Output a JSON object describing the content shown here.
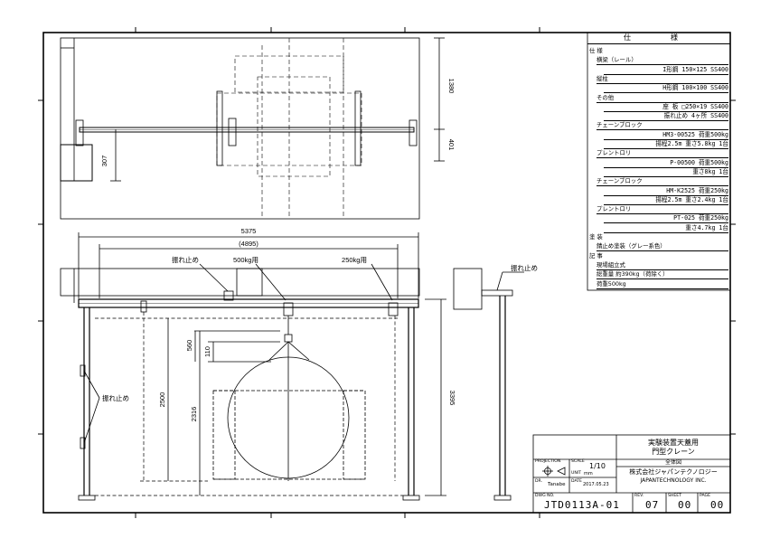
{
  "spec": {
    "header": "仕　様",
    "rows": [
      {
        "t": "仕 様",
        "k": "head"
      },
      {
        "t": "横梁（レール）",
        "k": "sub"
      },
      {
        "t": "I形鋼 150×125 SS400",
        "k": "val"
      },
      {
        "t": "縦柱",
        "k": "sub"
      },
      {
        "t": "H形鋼 100×100 SS400",
        "k": "val"
      },
      {
        "t": "その他",
        "k": "sub"
      },
      {
        "t": "座 板 □250×19 SS400",
        "k": "val"
      },
      {
        "t": "振れ止め 4ヶ所 SS400",
        "k": "val"
      },
      {
        "t": "チェーンブロック",
        "k": "sub"
      },
      {
        "t": "HM3-00525 荷重500kg",
        "k": "val"
      },
      {
        "t": "揚程2.5m 重さ5.8kg 1台",
        "k": "val"
      },
      {
        "t": "プレントロリ",
        "k": "sub"
      },
      {
        "t": "P-00500 荷重500kg",
        "k": "val"
      },
      {
        "t": "重さ8kg 1台",
        "k": "val"
      },
      {
        "t": "チェーンブロック",
        "k": "sub"
      },
      {
        "t": "HM-K2525 荷重250kg",
        "k": "val"
      },
      {
        "t": "揚程2.5m 重さ2.4kg 1台",
        "k": "val"
      },
      {
        "t": "プレントロリ",
        "k": "sub"
      },
      {
        "t": "PT-025 荷重250kg",
        "k": "val"
      },
      {
        "t": "重さ4.7kg 1台",
        "k": "val"
      },
      {
        "t": "塗 装",
        "k": "head"
      },
      {
        "t": "錆止め塗装（グレー系色）",
        "k": "sub"
      },
      {
        "t": "記 事",
        "k": "head"
      },
      {
        "t": "現場組立式",
        "k": "sub"
      },
      {
        "t": "総重量 約390kg（荷除く）",
        "k": "sub"
      },
      {
        "t": "荷重500kg",
        "k": "sub"
      }
    ]
  },
  "title_block": {
    "title_line1": "実験装置天蓋用",
    "title_line2": "門型クレーン",
    "drawing_name": "全体図",
    "company_jp": "株式会社ジャパンテクノロジー",
    "company_en": "JAPANTECHNOLOGY INC.",
    "projection_label": "PROJECTION",
    "scale_label": "SCALE",
    "scale_value": "1/10",
    "unit_label": "UNIT",
    "unit_value": "mm",
    "dr_label": "DR.",
    "drawer": "Tanabe",
    "date_label": "DATE",
    "date_value": "2017.05.23",
    "dwg_no_label": "DWG NO.",
    "dwg_no": "JTD0113A-01",
    "rev_label": "REV.",
    "rev_value": "07",
    "sheet_label": "SHEET",
    "sheet_value": "00",
    "page_label": "PAGE",
    "page_value": "00"
  },
  "dimensions": {
    "overall_span": "5375",
    "rail_span": "(4895)",
    "plan_height": "1380",
    "plan_offset": "401",
    "plan_small": "307",
    "total_height": "3395",
    "hook_a": "560",
    "hook_b": "110",
    "lift_a": "2500",
    "lift_b": "2316"
  },
  "labels": {
    "sway_stop_1": "振れ止め",
    "sway_stop_2": "振れ止め",
    "sway_stop_3": "振れ止め",
    "load_500": "500kg用",
    "load_250": "250kg用"
  }
}
